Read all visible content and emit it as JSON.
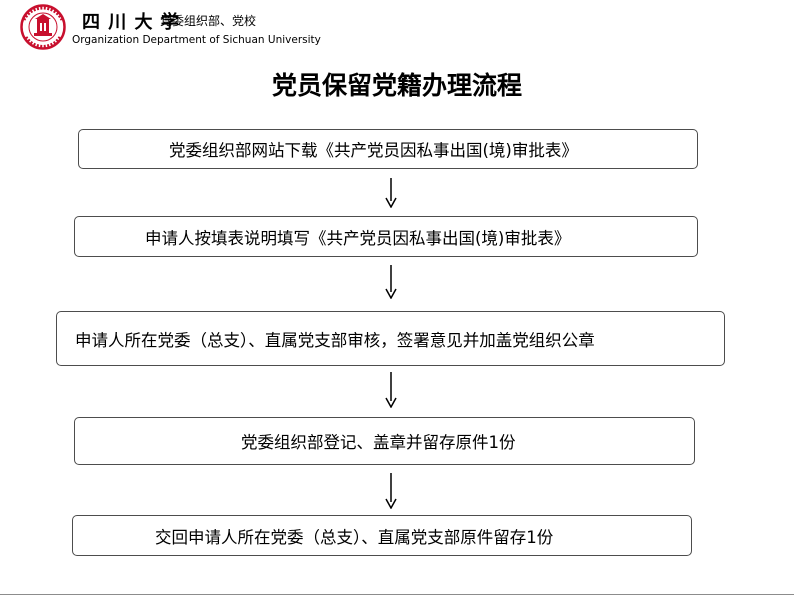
{
  "header": {
    "university_name": "四 川 大 学",
    "department_name": "党委组织部、党校",
    "department_en": "Organization Department of Sichuan University",
    "logo_icon": "sichuan-university-seal"
  },
  "title": "党员保留党籍办理流程",
  "steps": [
    "党委组织部网站下载《共产党员因私事出国(境)审批表》",
    "申请人按填表说明填写《共产党员因私事出国(境)审批表》",
    "申请人所在党委（总支）、直属党支部审核，签署意见并加盖党组织公章",
    "党委组织部登记、盖章并留存原件1份",
    "交回申请人所在党委（总支）、直属党支部原件留存1份"
  ],
  "colors": {
    "seal": "#c8102e",
    "border": "#4d4d4d",
    "arrow": "#000000"
  }
}
